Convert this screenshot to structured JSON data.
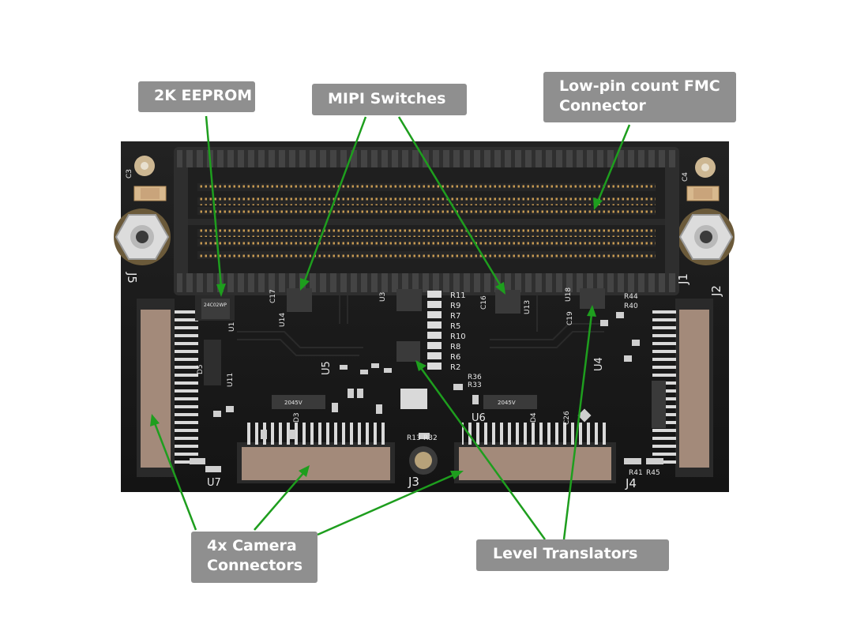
{
  "labels": {
    "eeprom": "2K EEPROM",
    "mipi": "MIPI Switches",
    "fmc": "Low-pin count FMC\nConnector",
    "camera": "4x Camera\nConnectors",
    "level": "Level Translators"
  },
  "silkscreen": {
    "c3": "C3",
    "c4": "C4",
    "j1": "J1",
    "j2": "J2",
    "j3": "J3",
    "j4": "J4",
    "j5": "J5",
    "u1": "U1",
    "u3": "U3",
    "u4": "U4",
    "u5": "U5",
    "u6": "U6",
    "u7": "U7",
    "u11": "U11",
    "u13": "U13",
    "u14": "U14",
    "u18": "U18",
    "c16": "C16",
    "c17": "C17",
    "c19": "C19",
    "c26": "C26",
    "r11": "R11",
    "r9": "R9",
    "r7": "R7",
    "r5": "R5",
    "r10": "R10",
    "r8": "R8",
    "r6": "R6",
    "r2": "R2",
    "r44": "R44",
    "r40": "R40",
    "r45": "R45",
    "r41": "R41",
    "r13": "R13",
    "r32": "R32",
    "r36": "R36",
    "r33": "R33",
    "d3": "D3",
    "d4": "D4",
    "d5": "D5",
    "ic_eeprom": "24C02WP",
    "ic_trans": "2045V"
  },
  "colors": {
    "annotation_arrow": "#1e9e1e",
    "callout_bg": "#8f8f8f",
    "pcb": "#1c1c1c",
    "connector": "#a38a7a"
  }
}
